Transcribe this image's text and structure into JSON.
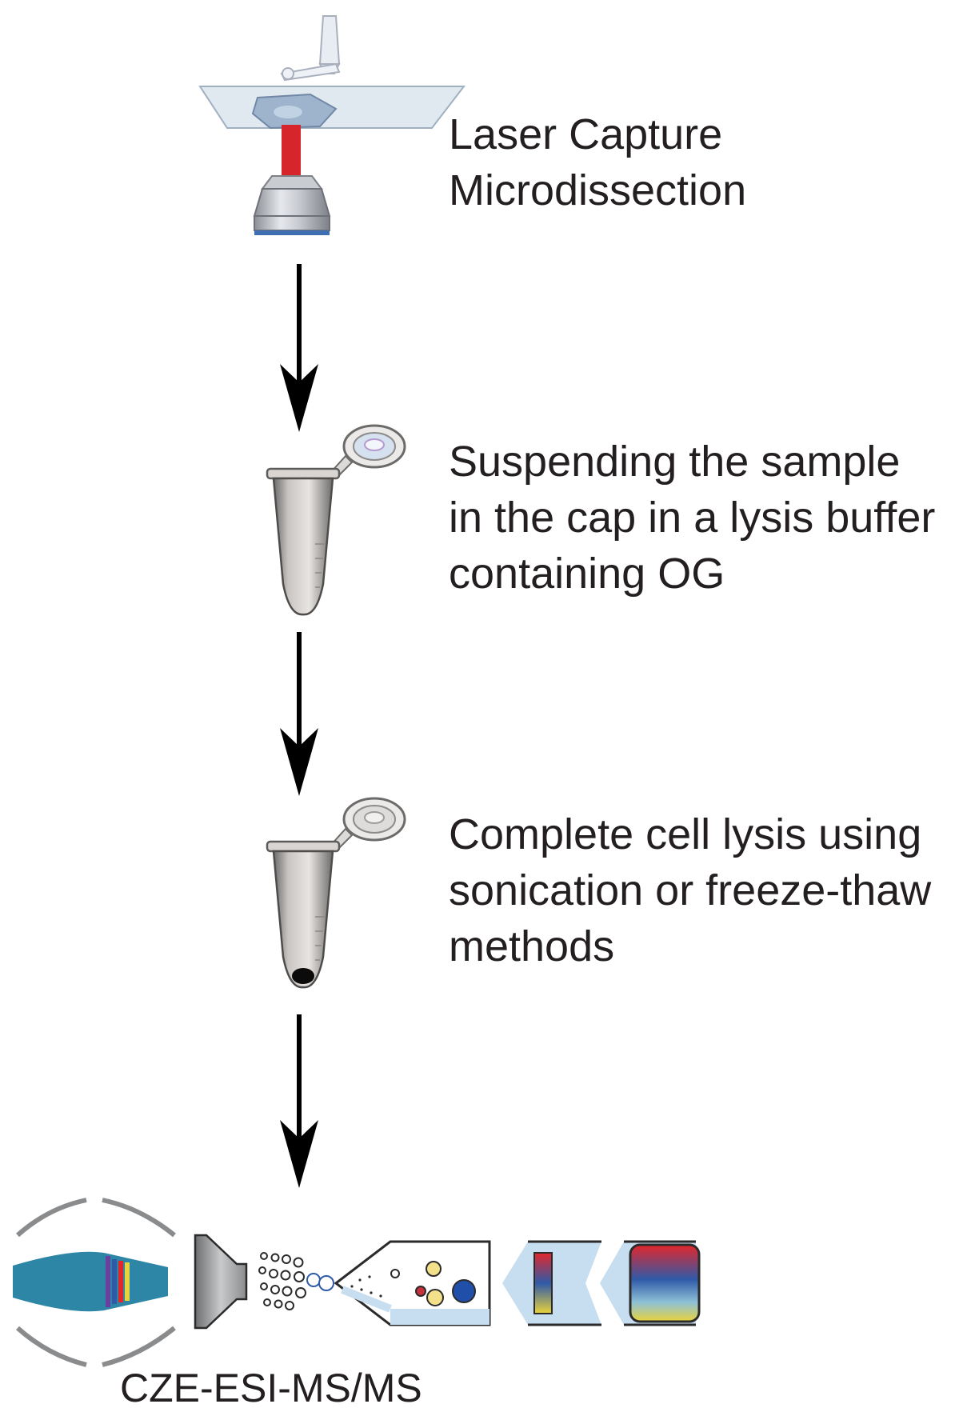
{
  "steps": [
    {
      "lines": [
        "Laser Capture",
        "Microdissection"
      ]
    },
    {
      "lines": [
        "Suspending the sample",
        "in the cap in a lysis buffer",
        "containing OG"
      ]
    },
    {
      "lines": [
        "Complete cell lysis using",
        "sonication or freeze-thaw",
        "methods"
      ]
    }
  ],
  "final_label": "CZE-ESI-MS/MS",
  "colors": {
    "text": "#231f20",
    "arrow": "#000000",
    "laser": "#d7262b",
    "orbitrap": "#2d86a6",
    "capillary_buffer": "#c7def0",
    "separation_gradient": [
      "#e4262b",
      "#2f5aa8",
      "#e9d33a"
    ]
  }
}
